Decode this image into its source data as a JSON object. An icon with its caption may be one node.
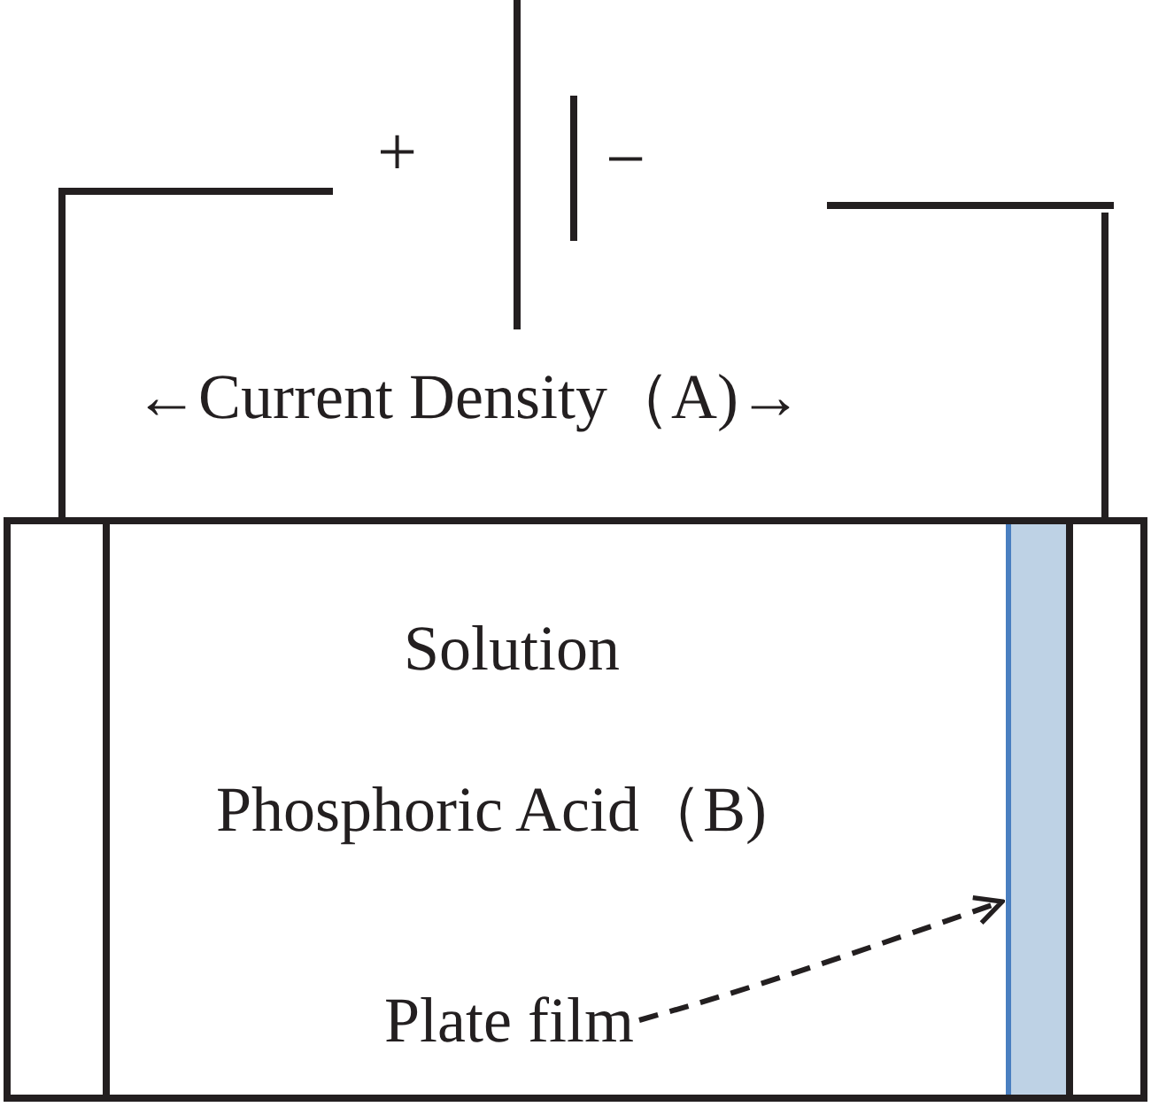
{
  "diagram": {
    "nodes": [
      {
        "text": [
          "Solution",
          "Phosphoric Acid（B)"
        ]
      },
      {
        "text": [],
        "shape": "box",
        "in": 0
      },
      {
        "text": [
          "Plate film"
        ],
        "in": 0
      },
      {
        "text": [],
        "shape": "bar",
        "in": 0
      },
      {
        "text": [],
        "shape": "box",
        "in": 0
      }
    ],
    "edges": [
      {
        "from": 2,
        "to": 3,
        "arrow": "to",
        "style": "dashed"
      }
    ],
    "labels": [
      "+",
      "−",
      "←Current Density（A)→"
    ]
  }
}
